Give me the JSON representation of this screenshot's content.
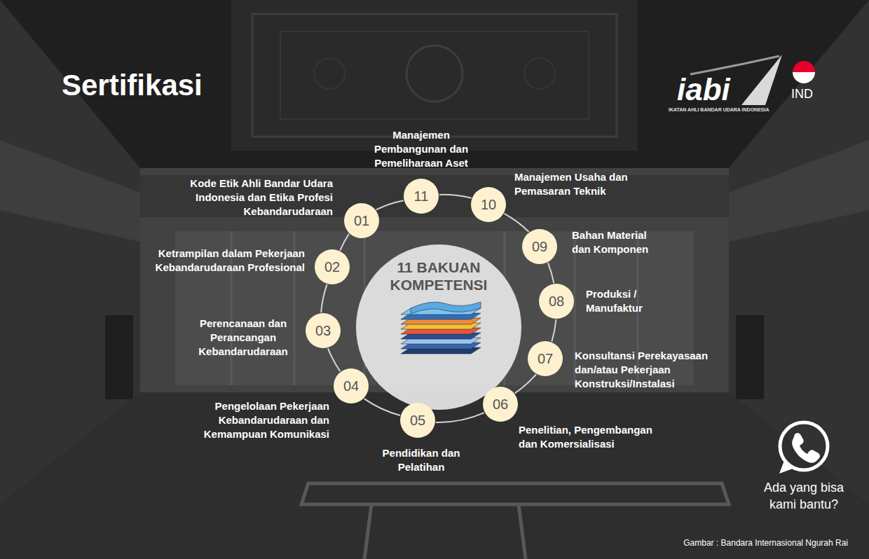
{
  "diagram": {
    "title": "Sertifikasi",
    "caption": "Gambar : Bandara Internasional Ngurah Rai",
    "nodes": [
      {
        "text": [
          "11 BAKUAN KOMPETENSI"
        ]
      },
      {
        "text": [
          "01",
          "Kode Etik Ahli Bandar Udara Indonesia dan Etika Profesi Kebandarudaraan"
        ]
      },
      {
        "text": [
          "02",
          "Ketrampilan dalam Pekerjaan Kebandarudaraan Profesional"
        ]
      },
      {
        "text": [
          "03",
          "Perencanaan dan Perancangan Kebandarudaraan"
        ]
      },
      {
        "text": [
          "04",
          "Pengelolaan Pekerjaan Kebandarudaraan dan Kemampuan Komunikasi"
        ]
      },
      {
        "text": [
          "05",
          "Pendidikan dan Pelatihan"
        ]
      },
      {
        "text": [
          "06",
          "Penelitian, Pengembangan dan Komersialisasi"
        ]
      },
      {
        "text": [
          "07",
          "Konsultansi Perekayasaan dan/atau Pekerjaan Konstruksi/Instalasi"
        ]
      },
      {
        "text": [
          "08",
          "Produksi / Manufaktur"
        ]
      },
      {
        "text": [
          "09",
          "Bahan Material dan Komponen"
        ]
      },
      {
        "text": [
          "10",
          "Manajemen Usaha dan Pemasaran Teknik"
        ]
      },
      {
        "text": [
          "11",
          "Manajemen Pembangunan dan Pemeliharaan Aset"
        ]
      }
    ],
    "edges": [
      {
        "from": 1,
        "to": 2,
        "arrow": "none"
      },
      {
        "from": 2,
        "to": 3,
        "arrow": "none"
      },
      {
        "from": 3,
        "to": 4,
        "arrow": "none"
      },
      {
        "from": 4,
        "to": 5,
        "arrow": "none"
      },
      {
        "from": 5,
        "to": 6,
        "arrow": "none"
      },
      {
        "from": 6,
        "to": 7,
        "arrow": "none"
      },
      {
        "from": 7,
        "to": 8,
        "arrow": "none"
      },
      {
        "from": 8,
        "to": 9,
        "arrow": "none"
      },
      {
        "from": 9,
        "to": 10,
        "arrow": "none"
      },
      {
        "from": 10,
        "to": 11,
        "arrow": "none"
      },
      {
        "from": 11,
        "to": 1,
        "arrow": "none"
      }
    ],
    "labels": [
      "iabi",
      "IKATAN AHLI BANDAR UDARA INDONESIA",
      "IND",
      "Ada yang bisa kami bantu?"
    ]
  }
}
